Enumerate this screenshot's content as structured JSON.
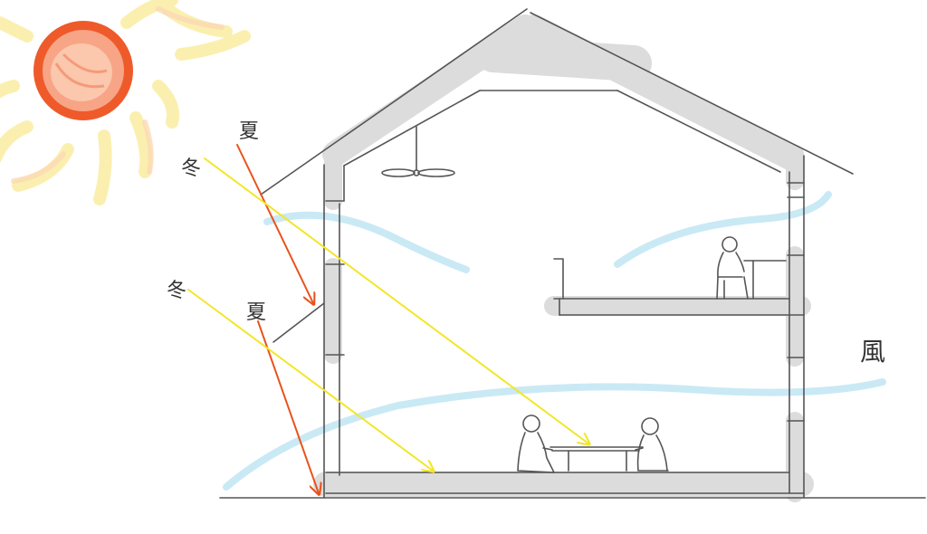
{
  "labels": {
    "summer_upper": "夏",
    "winter_upper": "冬",
    "summer_lower": "夏",
    "winter_lower": "冬",
    "wind": "風"
  },
  "colors": {
    "sun_core": "#f58a6a",
    "sun_ring": "#ef5a2a",
    "sun_rays": "#fbe89a",
    "summer_ray": "#e8531c",
    "winter_ray": "#f6ee2a",
    "wind": "#c8e8f4",
    "structure": "#dedede",
    "line": "#555555"
  }
}
